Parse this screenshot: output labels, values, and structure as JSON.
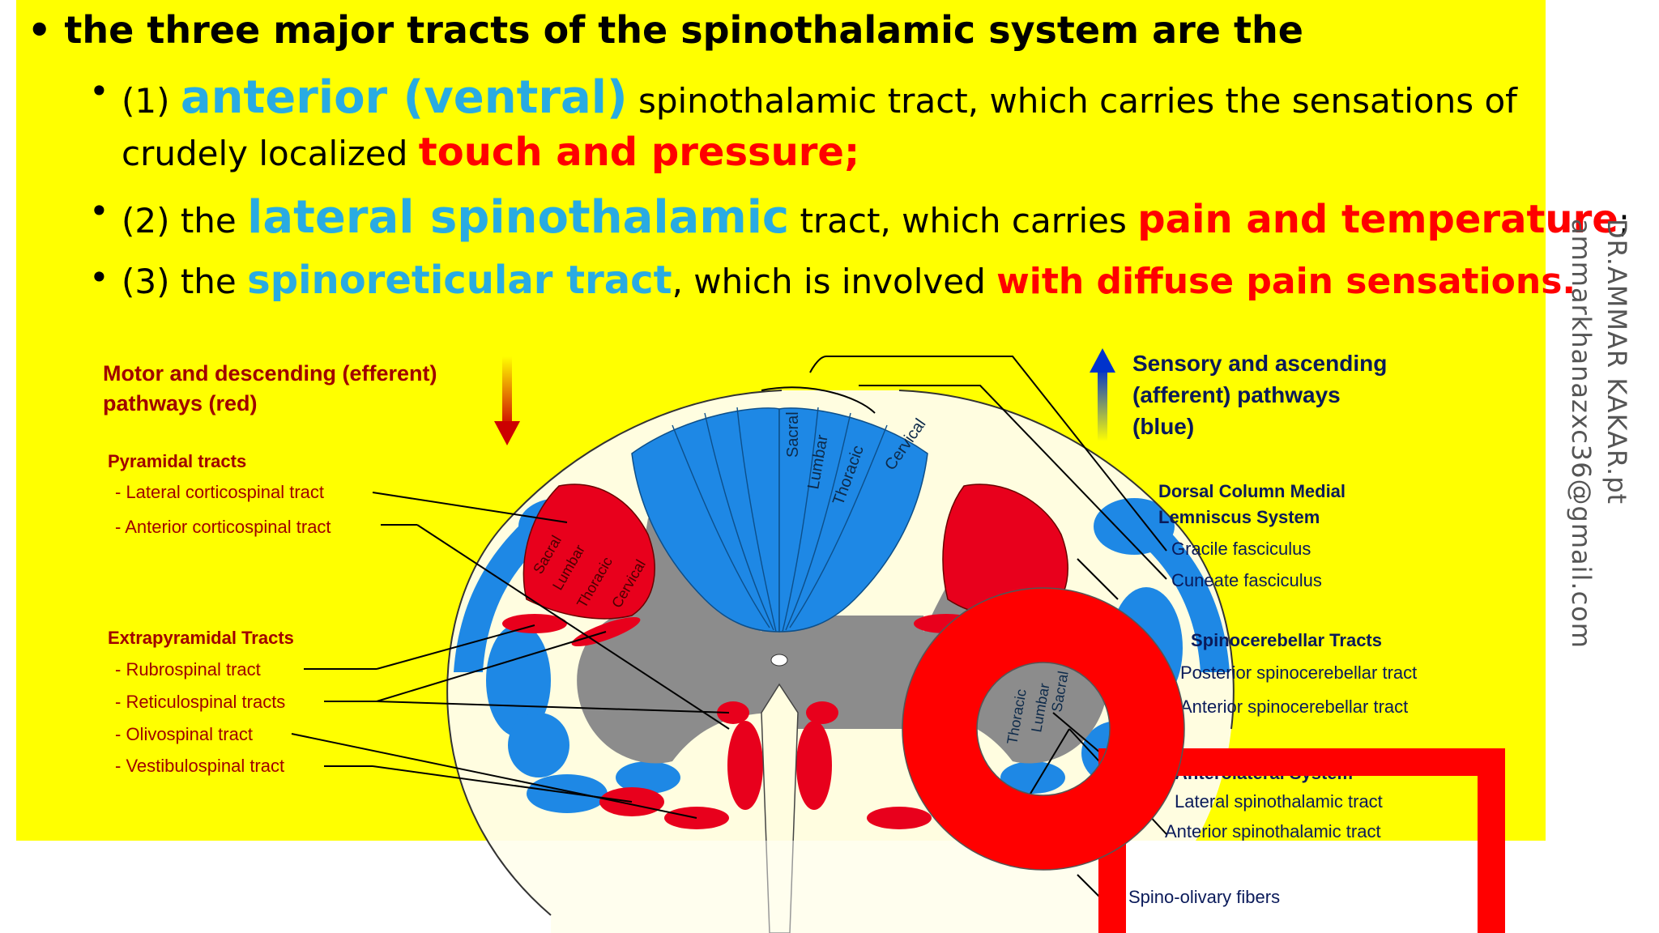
{
  "slide": {
    "heading": "the three major tracts of the spinothalamic system are the",
    "items": [
      {
        "num": "(1)",
        "key": "anterior (ventral)",
        "mid": "spinothalamic tract, which carries the sensations of",
        "line2_pre": "crudely localized",
        "line2_emph": "touch and pressure;"
      },
      {
        "num": "(2) the",
        "key": "lateral spinothalamic",
        "mid": "tract, which carries",
        "emph": "pain and temperature",
        "end": ";"
      },
      {
        "num": "(3) the",
        "key": "spinoreticular tract",
        "mid": ", which is involved",
        "emph": "with diffuse pain sensations."
      }
    ]
  },
  "watermark": {
    "name": "DR.AMMAR KAKAR.pt",
    "email": "ammarkhanazxc36@gmail.com"
  },
  "diagram": {
    "motor_title_1": "Motor and descending (efferent)",
    "motor_title_2": "pathways   (red)",
    "sensory_title_1": "Sensory and ascending",
    "sensory_title_2": "(afferent) pathways",
    "sensory_title_3": "(blue)",
    "pyramidal_title": "Pyramidal tracts",
    "lateral_cst": "- Lateral corticospinal tract",
    "anterior_cst": "- Anterior corticospinal tract",
    "extrapyramidal_title": "Extrapyramidal Tracts",
    "rubrospinal": "- Rubrospinal tract",
    "reticulospinal": "- Reticulospinal tracts",
    "olivospinal": "- Olivospinal tract",
    "vestibulospinal": "- Vestibulospinal tract",
    "dcml_title_1": "Dorsal Column Medial",
    "dcml_title_2": "Lemniscus System",
    "gracile": "Gracile fasciculus",
    "cuneate": "Cuneate fasciculus",
    "spinocerebellar_title": "Spinocerebellar Tracts",
    "posterior_scb": "Posterior spinocerebellar tract",
    "anterior_scb": "Anterior spinocerebellar tract",
    "anterolateral_title": "Anterolateral System",
    "lateral_stt": "Lateral spinothalamic tract",
    "anterior_stt": "Anterior spinothalamic tract",
    "spino_olivary": "Spino-olivary fibers",
    "dorsal_levels": [
      "Sacral",
      "Lumbar",
      "Thoracic",
      "Cervical"
    ],
    "cst_levels": [
      "Sacral",
      "Lumbar",
      "Thoracic",
      "Cervical"
    ],
    "right_levels": [
      "Thoracic",
      "Lumbar",
      "Sacral"
    ],
    "colors": {
      "motor": "#e8001c",
      "sensory": "#1e88e5",
      "grey_matter": "#8c8c8c",
      "white_matter_bg": "#fffde0",
      "annotation_red": "#ff0000",
      "label_darkred": "#a00000",
      "label_navy": "#0a1a5a"
    }
  }
}
